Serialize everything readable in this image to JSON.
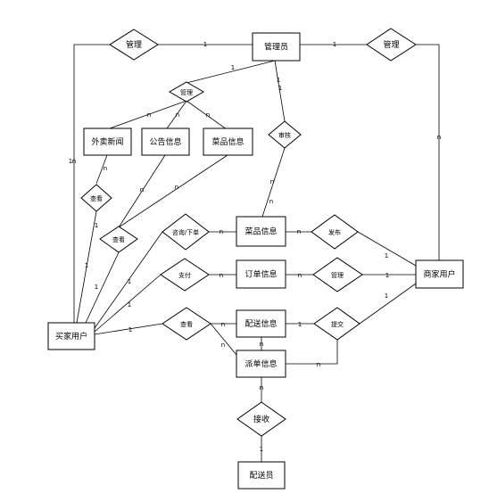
{
  "entities": {
    "admin": "管理员",
    "news": "外卖新闻",
    "notice": "公告信息",
    "dish_info_top": "菜品信息",
    "dish_info": "菜品信息",
    "order_info": "订单信息",
    "delivery_info": "配送信息",
    "dispatch_info": "派单信息",
    "buyer": "买家用户",
    "merchant": "商家用户",
    "courier": "配送员"
  },
  "relations": {
    "manage_left": "管理",
    "manage_right": "管理",
    "manage_content": "管理",
    "review": "审核",
    "view_news": "查看",
    "view_info": "查看",
    "inquire_order": "咨询/下单",
    "pay": "支付",
    "view_delivery": "查看",
    "publish": "发布",
    "manage_order": "管理",
    "submit": "提交",
    "receive": "接收"
  },
  "cardinalities": {
    "c1": "1",
    "c2": "1",
    "c3": "1",
    "c4": "n",
    "c5": "1",
    "c6": "n",
    "c7": "n",
    "c8": "n",
    "c9": "1",
    "c10": "n",
    "c11": "n",
    "c12": "n",
    "c13": "1",
    "c14": "1",
    "c15": "n",
    "c16": "n",
    "c17": "1",
    "c18": "1",
    "c19": "n",
    "c20": "1",
    "c21": "n",
    "c22": "n",
    "c23": "1",
    "c24": "n",
    "c25": "1",
    "c26": "1",
    "c27": "n",
    "c28": "1",
    "c29": "n",
    "c30": "n",
    "c31": "n",
    "c32": "1",
    "c33": "n",
    "c34": "1",
    "c35": "n",
    "c36": "1"
  }
}
